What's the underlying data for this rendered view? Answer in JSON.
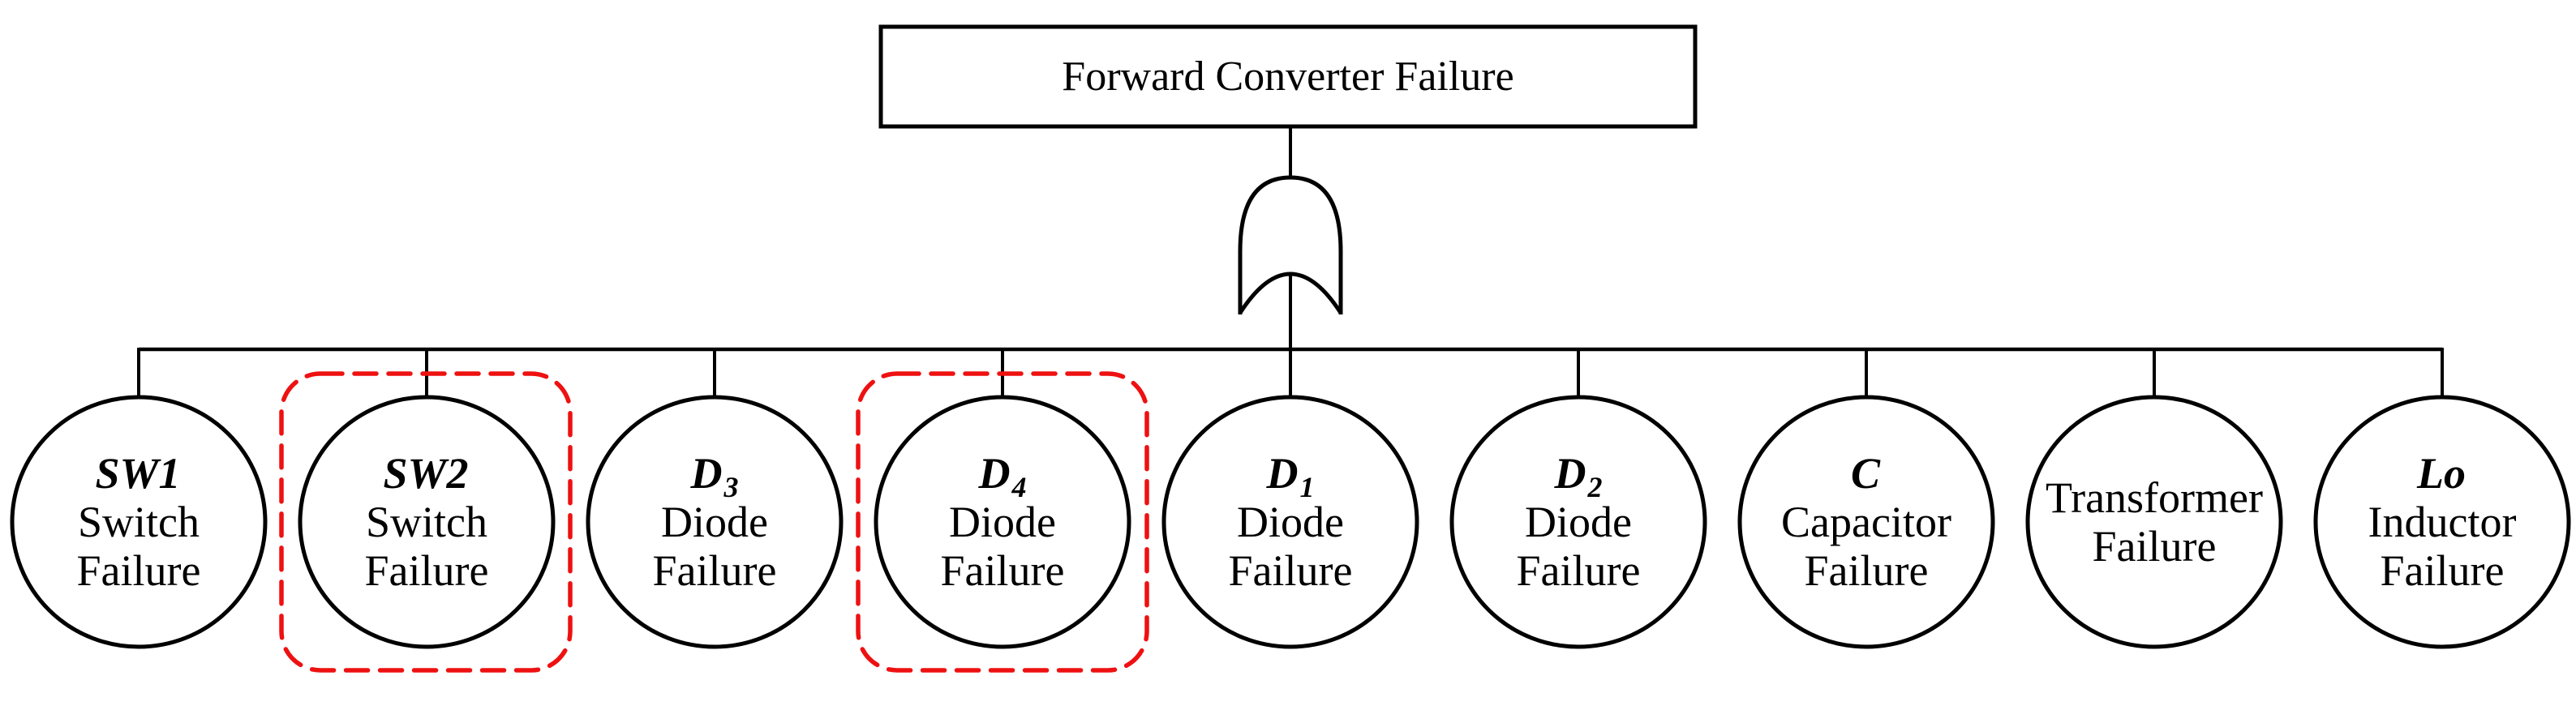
{
  "title": "Forward Converter Failure",
  "gate": {
    "type": "OR",
    "icon": "or-gate"
  },
  "colors": {
    "line": "#000000",
    "highlight": "#ee1111",
    "background": "#ffffff",
    "text": "#000000"
  },
  "nodes": [
    {
      "symbol": "SW1",
      "symbol_sub": "",
      "line1": "Switch",
      "line2": "Failure",
      "highlighted": false
    },
    {
      "symbol": "SW2",
      "symbol_sub": "",
      "line1": "Switch",
      "line2": "Failure",
      "highlighted": true
    },
    {
      "symbol": "D",
      "symbol_sub": "3",
      "line1": "Diode",
      "line2": "Failure",
      "highlighted": false
    },
    {
      "symbol": "D",
      "symbol_sub": "4",
      "line1": "Diode",
      "line2": "Failure",
      "highlighted": true
    },
    {
      "symbol": "D",
      "symbol_sub": "1",
      "line1": "Diode",
      "line2": "Failure",
      "highlighted": false
    },
    {
      "symbol": "D",
      "symbol_sub": "2",
      "line1": "Diode",
      "line2": "Failure",
      "highlighted": false
    },
    {
      "symbol": "C",
      "symbol_sub": "",
      "line1": "Capacitor",
      "line2": "Failure",
      "highlighted": false
    },
    {
      "symbol": "",
      "symbol_sub": "",
      "line1": "Transformer",
      "line2": "Failure",
      "highlighted": false
    },
    {
      "symbol": "Lo",
      "symbol_sub": "",
      "line1": "Inductor",
      "line2": "Failure",
      "highlighted": false
    }
  ]
}
